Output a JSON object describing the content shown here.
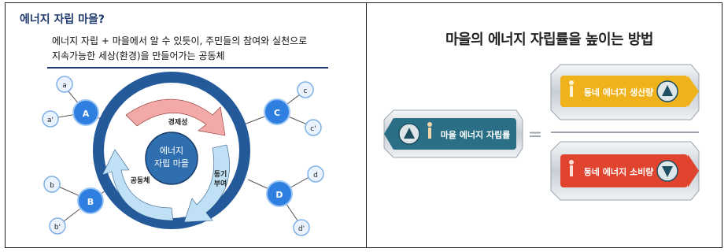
{
  "left": {
    "title": "에너지 자립 마을?",
    "description_line1": "에너지 자립 + 마을에서 알 수 있듯이, 주민들의 참여와 실천으로",
    "description_line2": "지속가능한 세상(환경)을 만들어가는 공동체",
    "center_label_line1": "에너지",
    "center_label_line2": "자립 마을",
    "arrow_labels": {
      "economy": "경제성",
      "community": "공동체",
      "motivation_line1": "동기",
      "motivation_line2": "부여"
    },
    "nodes": {
      "A": "A",
      "B": "B",
      "C": "C",
      "D": "D",
      "a": "a",
      "a_prime": "a'",
      "b": "b",
      "b_prime": "b'",
      "c": "c",
      "c_prime": "c'",
      "d": "d",
      "d_prime": "d'"
    }
  },
  "right": {
    "title": "마을의 에너지 자립률을 높이는 방법",
    "main_label": "마을 에너지 자립률",
    "equals": "=",
    "numerator_label": "동네 에너지 생산량",
    "denominator_label": "동네 에너지 소비량",
    "colors": {
      "teal": "#2b6f86",
      "gold": "#f0b21b",
      "red": "#e0442e"
    }
  }
}
